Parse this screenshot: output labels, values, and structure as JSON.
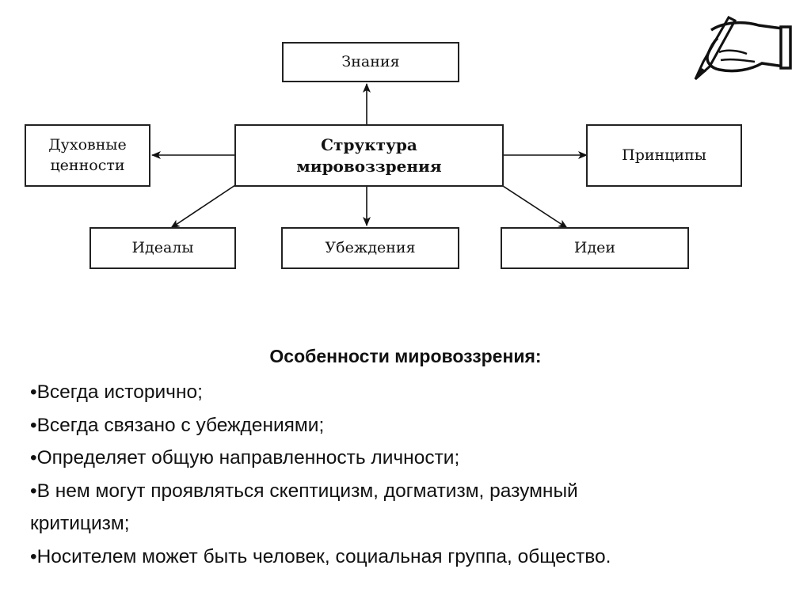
{
  "diagram": {
    "center": {
      "line1": "Структура",
      "line2": "мировоззрения"
    },
    "nodes": {
      "knowledge": "Знания",
      "spiritual_values": {
        "line1": "Духовные",
        "line2": "ценности"
      },
      "principles": "Принципы",
      "ideals": "Идеалы",
      "beliefs": "Убеждения",
      "ideas": "Идеи"
    },
    "icon": "hand-writing-icon"
  },
  "features": {
    "heading": "Особенности мировоззрения:",
    "items": [
      "•Всегда исторично;",
      "•Всегда связано с убеждениями;",
      "•Определяет общую направленность личности;",
      "•В нем могут проявляться скептицизм, догматизм, разумный",
      "критицизм;",
      "•Носителем может быть человек, социальная группа, общество."
    ]
  }
}
